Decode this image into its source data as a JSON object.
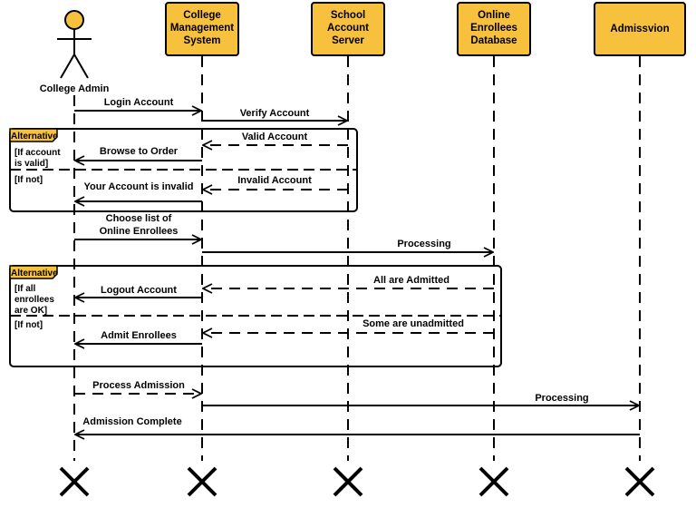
{
  "diagram": {
    "actor": {
      "label": "College Admin"
    },
    "lifelines": [
      {
        "name": "participant-college-management-system",
        "lines": [
          "College",
          "Management",
          "System"
        ]
      },
      {
        "name": "participant-school-account-server",
        "lines": [
          "School",
          "Account",
          "Server"
        ]
      },
      {
        "name": "participant-online-enrollees-database",
        "lines": [
          "Online",
          "Enrollees",
          "Database"
        ]
      },
      {
        "name": "participant-admissvion",
        "lines": [
          "Admissvion"
        ]
      }
    ],
    "messages": {
      "login": "Login Account",
      "verify": "Verify Account",
      "valid": "Valid Account",
      "browse": "Browse to Order",
      "invalid": "Invalid Account",
      "invalid_notice": "Your Account is invalid",
      "choose_1": "Choose list of",
      "choose_2": "Online Enrollees",
      "processing_db": "Processing",
      "all_admitted": "All are Admitted",
      "logout": "Logout Account",
      "some_unadmitted": "Some are unadmitted",
      "admit": "Admit Enrollees",
      "process_admission": "Process Admission",
      "processing_adm": "Processing",
      "complete": "Admission Complete"
    },
    "frames": [
      {
        "tag": "Alternative",
        "guard1": [
          "[If account",
          "is valid]"
        ],
        "guard2": [
          "[If not]"
        ]
      },
      {
        "tag": "Alternative",
        "guard1": [
          "[If all",
          "enrollees",
          "are OK]"
        ],
        "guard2": [
          "[If not]"
        ]
      }
    ],
    "colors": {
      "box_fill": "#f8c13d",
      "stroke": "#000000"
    }
  }
}
